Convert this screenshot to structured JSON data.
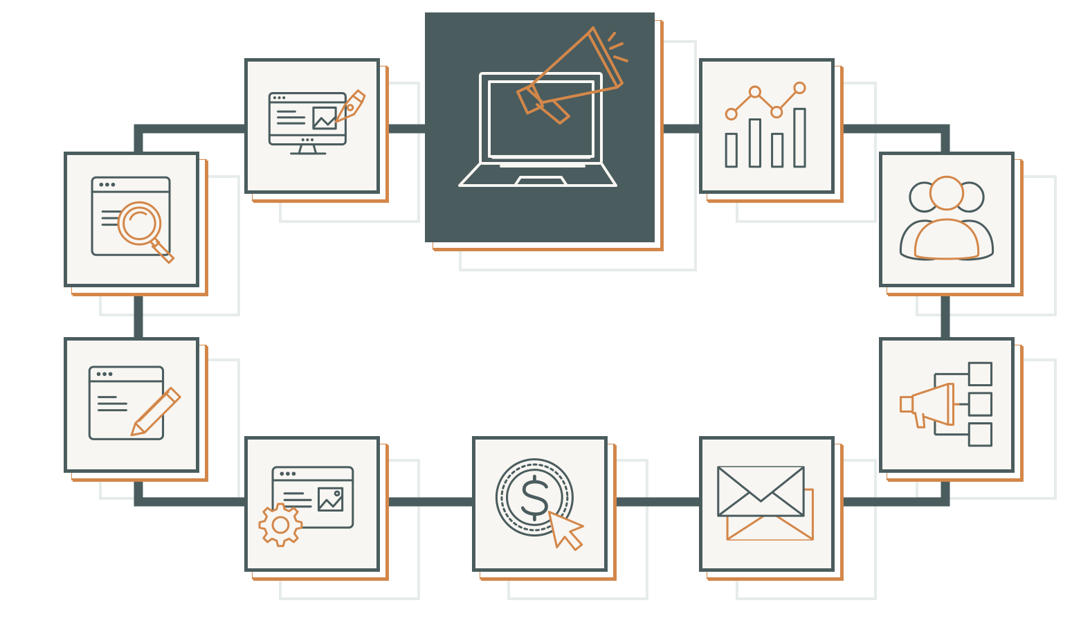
{
  "colors": {
    "slate": "#4a5c5e",
    "orange": "#d3874a",
    "tile_fill": "#f8f6f2",
    "shadow": "#e9eeed",
    "background": "#ffffff"
  },
  "hub": {
    "icon": "laptop-megaphone-icon"
  },
  "nodes": [
    {
      "id": "web-design",
      "icon": "monitor-pen-icon"
    },
    {
      "id": "analytics",
      "icon": "bar-line-chart-icon"
    },
    {
      "id": "seo",
      "icon": "browser-magnifier-icon"
    },
    {
      "id": "audience",
      "icon": "user-group-icon"
    },
    {
      "id": "content-writing",
      "icon": "browser-pencil-icon"
    },
    {
      "id": "campaign-structure",
      "icon": "megaphone-flowchart-icon"
    },
    {
      "id": "web-development",
      "icon": "browser-gear-icon"
    },
    {
      "id": "pay-per-click",
      "icon": "dollar-coin-cursor-icon"
    },
    {
      "id": "email-marketing",
      "icon": "envelopes-icon"
    }
  ]
}
